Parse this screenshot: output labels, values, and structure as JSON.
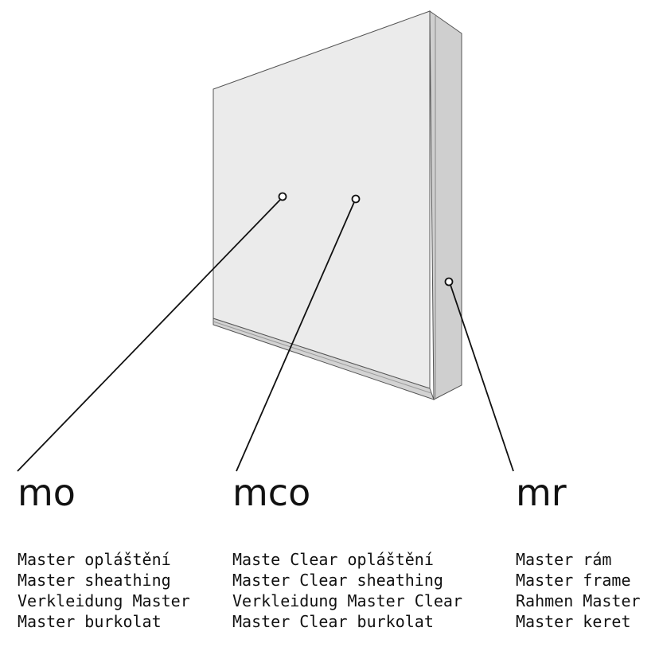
{
  "callouts": [
    {
      "code": "mo",
      "names": [
        "Master opláštění",
        "Master sheathing",
        "Verkleidung Master",
        "Master burkolat"
      ]
    },
    {
      "code": "mco",
      "names": [
        "Maste Clear opláštění",
        "Master Clear sheathing",
        "Verkleidung Master Clear",
        "Master Clear burkolat"
      ]
    },
    {
      "code": "mr",
      "names": [
        "Master rám",
        "Master frame",
        "Rahmen Master",
        "Master keret"
      ]
    }
  ]
}
